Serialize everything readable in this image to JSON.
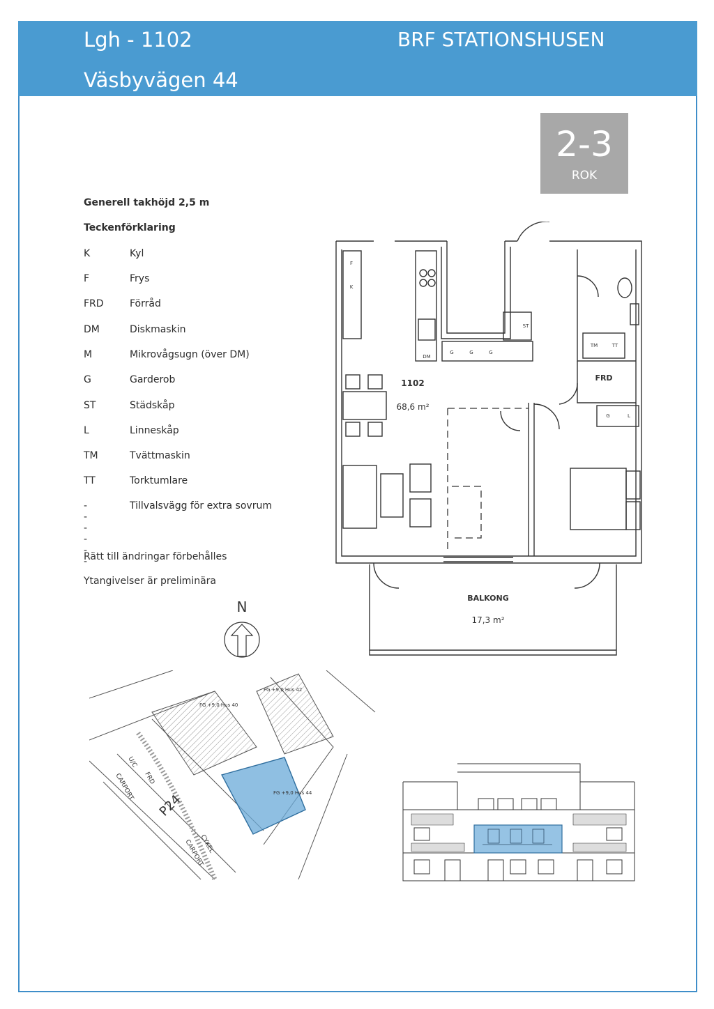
{
  "header": {
    "apartment": "Lgh  - 1102",
    "address": "Väsbyvägen 44",
    "association": "BRF STATIONSHUSEN",
    "rooms": "2-3",
    "rooms_unit": "ROK"
  },
  "info": {
    "ceiling_height": "Generell takhöjd 2,5 m",
    "legend_title": "Teckenförklaring",
    "legend": [
      {
        "key": "K",
        "value": "Kyl"
      },
      {
        "key": "F",
        "value": "Frys"
      },
      {
        "key": "FRD",
        "value": "Förråd"
      },
      {
        "key": "DM",
        "value": "Diskmaskin"
      },
      {
        "key": "M",
        "value": "Mikrovågsugn (över DM)"
      },
      {
        "key": "G",
        "value": "Garderob"
      },
      {
        "key": "ST",
        "value": "Städskåp"
      },
      {
        "key": "L",
        "value": "Linneskåp"
      },
      {
        "key": "TM",
        "value": "Tvättmaskin"
      },
      {
        "key": "TT",
        "value": "Torktumlare"
      },
      {
        "key": "------",
        "value": "Tillvalsvägg för extra sovrum"
      }
    ],
    "note1": "Rätt till ändringar förbehålles",
    "note2": "Ytangivelser är preliminära"
  },
  "compass": {
    "label": "N"
  },
  "floor_plan": {
    "apartment_no": "1102",
    "area": "68,6 m²",
    "frd": "FRD",
    "balcony_label": "BALKONG",
    "balcony_area": "17,3 m²",
    "labels": {
      "F": "F",
      "K": "K",
      "DM": "DM",
      "ST": "ST",
      "G": "G",
      "L": "L",
      "TM": "TM",
      "TT": "TT"
    }
  },
  "site_plan": {
    "p_label": "P24",
    "carport1": "CARPORT",
    "carport2": "CARPORT",
    "cykel": "CYKEL",
    "uc": "U/C",
    "frd": "FRD",
    "hus40": "FG +9,0\nHus 40",
    "hus42": "FG +9,0\nHus 42",
    "hus44": "FG +9,0\nHus 44"
  },
  "colors": {
    "header": "#4a9bd1",
    "rok_box": "#a8a8a8",
    "highlight": "#6aaad8"
  }
}
